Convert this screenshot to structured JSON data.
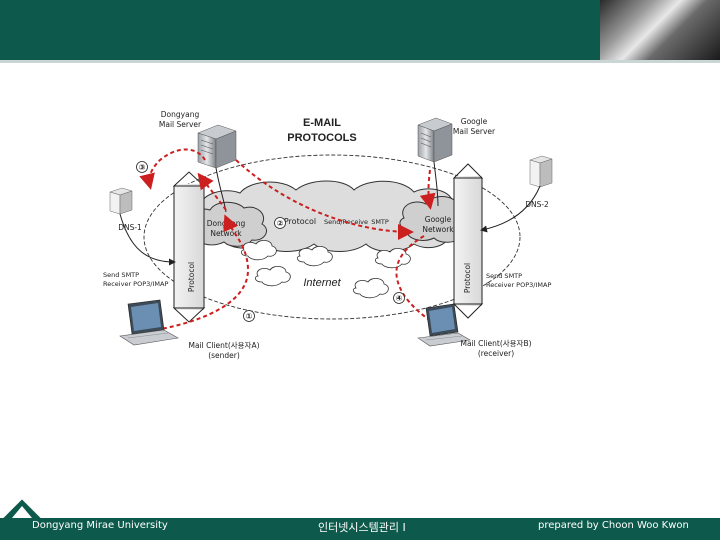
{
  "slide": {
    "title_line1": "E-MAIL",
    "title_line2": "PROTOCOLS"
  },
  "servers": {
    "dongyang_line1": "Dongyang",
    "dongyang_line2": "Mail Server",
    "google_line1": "Google",
    "google_line2": "Mail Server"
  },
  "networks": {
    "dongyang_line1": "Dongyang",
    "dongyang_line2": "Network",
    "google_line1": "Google",
    "google_line2": "Network",
    "internet": "Internet"
  },
  "dns": {
    "left": "DNS-1",
    "right": "DNS-2"
  },
  "protocol": {
    "center_label": "Protocol",
    "center_send_receive": "Send/Receive",
    "center_smtp": "SMTP",
    "left_bar": "Protocol",
    "right_bar": "Protocol",
    "left_send": "Send  SMTP",
    "left_receive": "Receiver  POP3/IMAP",
    "right_send": "Send  SMTP",
    "right_receive": "Receiver  POP3/IMAP"
  },
  "clients": {
    "a_line1": "Mail Client(사용자A)",
    "a_line2": "(sender)",
    "b_line1": "Mail Client(사용자B)",
    "b_line2": "(receiver)"
  },
  "steps": [
    "①",
    "②",
    "③",
    "④"
  ],
  "footer": {
    "university": "Dongyang Mirae University",
    "course": "인터넷시스템관리 I",
    "author": "prepared by Choon Woo Kwon"
  },
  "colors": {
    "header": "#0d5a4c",
    "arrow": "#cc1f1f",
    "cloud_fill": "#dddddd"
  }
}
